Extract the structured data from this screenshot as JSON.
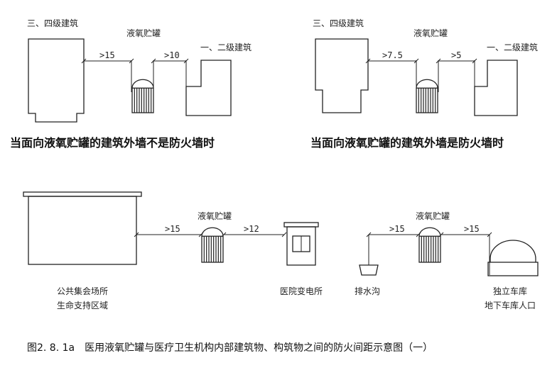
{
  "panel_a": {
    "left_building": "三、四级建筑",
    "right_building": "一、二级建筑",
    "tank": "液氧贮罐",
    "dist_left": ">15",
    "dist_right": ">10",
    "caption": "当面向液氧贮罐的建筑外墙不是防火墙时"
  },
  "panel_b": {
    "left_building": "三、四级建筑",
    "right_building": "一、二级建筑",
    "tank": "液氧贮罐",
    "dist_left": ">7.5",
    "dist_right": ">5",
    "caption": "当面向液氧贮罐的建筑外墙是防火墙时"
  },
  "panel_c": {
    "building_line1": "公共集会场所",
    "building_line2": "生命支持区域",
    "tank": "液氧贮罐",
    "dist_left": ">15",
    "dist_right": ">12",
    "substation": "医院变电所"
  },
  "panel_d": {
    "drain": "排水沟",
    "tank": "液氧贮罐",
    "dist_left": ">15",
    "dist_right": ">15",
    "garage_line1": "独立车库",
    "garage_line2": "地下车库人口"
  },
  "figure_caption": "图2. 8. 1a　医用液氧贮罐与医疗卫生机构内部建筑物、构筑物之间的防火间距示意图（一）"
}
